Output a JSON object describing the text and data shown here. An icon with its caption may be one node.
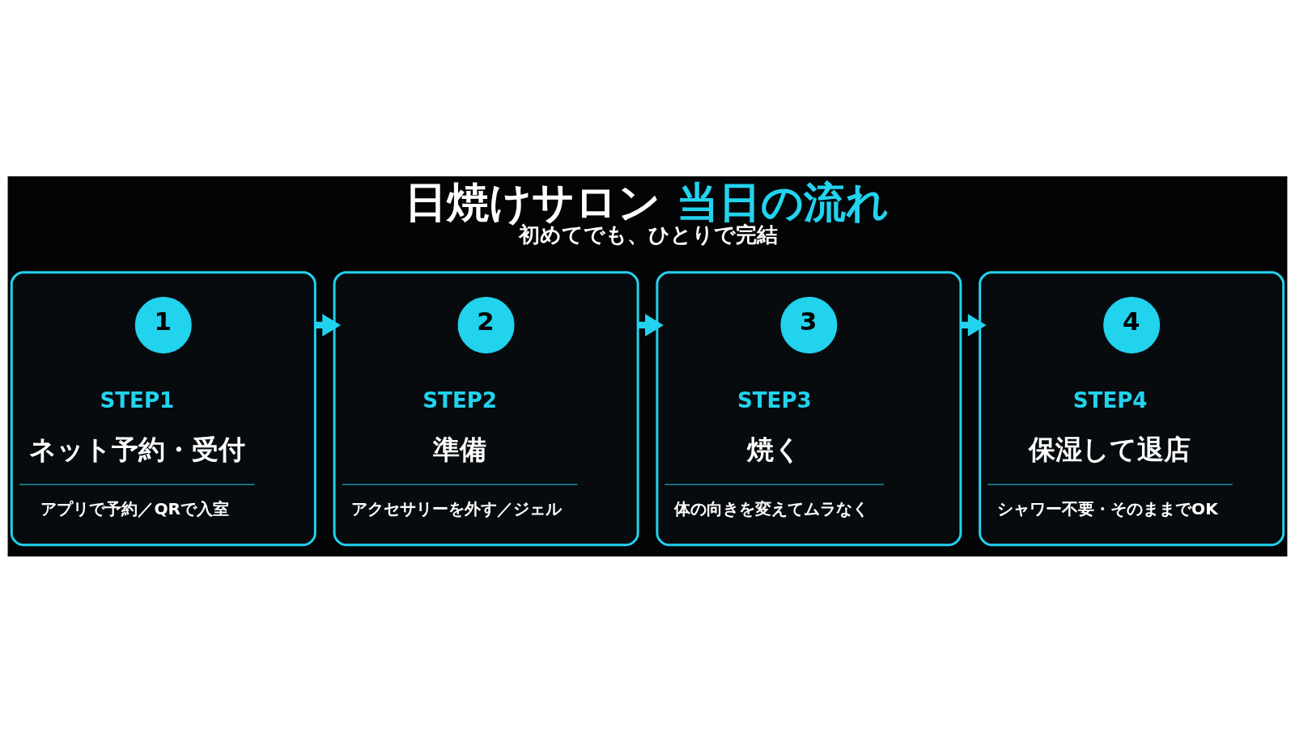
{
  "diagram": {
    "title": "日焼けサロン 当日の流れ",
    "caption": "初めてでも、ひとりで完結",
    "nodes": [
      {
        "text": [
          "STEP1",
          "ネット予約・受付",
          "アプリで予約／QRで入室"
        ]
      },
      {
        "text": [
          "1"
        ],
        "in": 0
      },
      {
        "text": [
          "STEP2",
          "準備",
          "アクセサリーを外す／ジェル"
        ]
      },
      {
        "text": [
          "2"
        ],
        "in": 2
      },
      {
        "text": [
          "STEP3",
          "焼く",
          "体の向きを変えてムラなく"
        ]
      },
      {
        "text": [
          "3"
        ],
        "in": 4
      },
      {
        "text": [
          "STEP4",
          "保湿して退店",
          "シャワー不要・そのままでOK"
        ]
      },
      {
        "text": [
          "4"
        ],
        "in": 6
      }
    ],
    "edges": [
      {
        "from": 0,
        "to": 2,
        "arrow": "to"
      },
      {
        "from": 2,
        "to": 4,
        "arrow": "to"
      },
      {
        "from": 4,
        "to": 6,
        "arrow": "to"
      }
    ]
  }
}
